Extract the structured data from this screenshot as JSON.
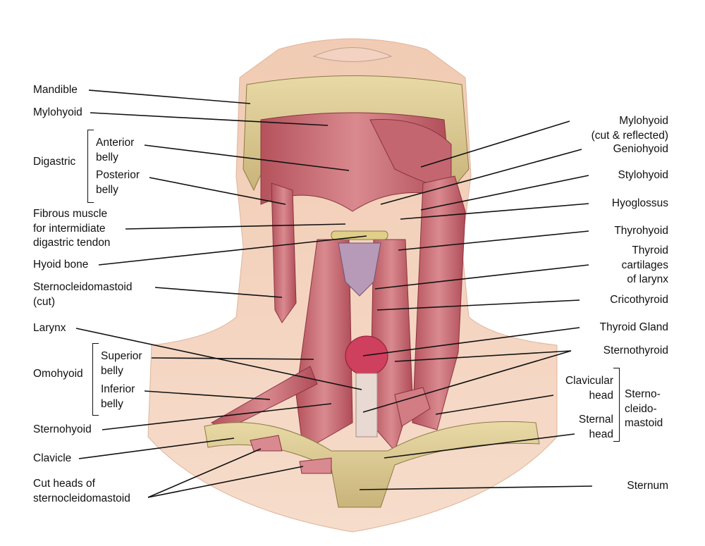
{
  "title": "Anterior neck muscles anatomy",
  "labels_left": {
    "mandible": "Mandible",
    "mylohyoid": "Mylohyoid",
    "digastric": "Digastric",
    "anterior_belly": "Anterior\nbelly",
    "posterior_belly": "Posterior\nbelly",
    "fibrous_muscle": "Fibrous muscle\nfor intermidiate\ndigastric tendon",
    "hyoid_bone": "Hyoid bone",
    "scm_cut": "Sternocleidomastoid\n(cut)",
    "larynx": "Larynx",
    "omohyoid": "Omohyoid",
    "superior_belly": "Superior\nbelly",
    "inferior_belly": "Inferior\nbelly",
    "sternohyoid": "Sternohyoid",
    "clavicle": "Clavicle",
    "cut_heads": "Cut heads of\nsternocleidomastoid"
  },
  "labels_right": {
    "mylohyoid_cut": "Mylohyoid\n(cut & reflected)",
    "geniohyoid": "Geniohyoid",
    "stylohyoid": "Stylohyoid",
    "hyoglossus": "Hyoglossus",
    "thyrohyoid": "Thyrohyoid",
    "thyroid_cartilages": "Thyroid\ncartilages\nof larynx",
    "cricothyroid": "Cricothyroid",
    "thyroid_gland": "Thyroid Gland",
    "sternothyroid": "Sternothyroid",
    "clavicular_head": "Clavicular\nhead",
    "sternal_head": "Sternal\nhead",
    "sternocleidomastoid": "Sterno-\ncleido-\nmastoid",
    "sternum": "Sternum"
  }
}
